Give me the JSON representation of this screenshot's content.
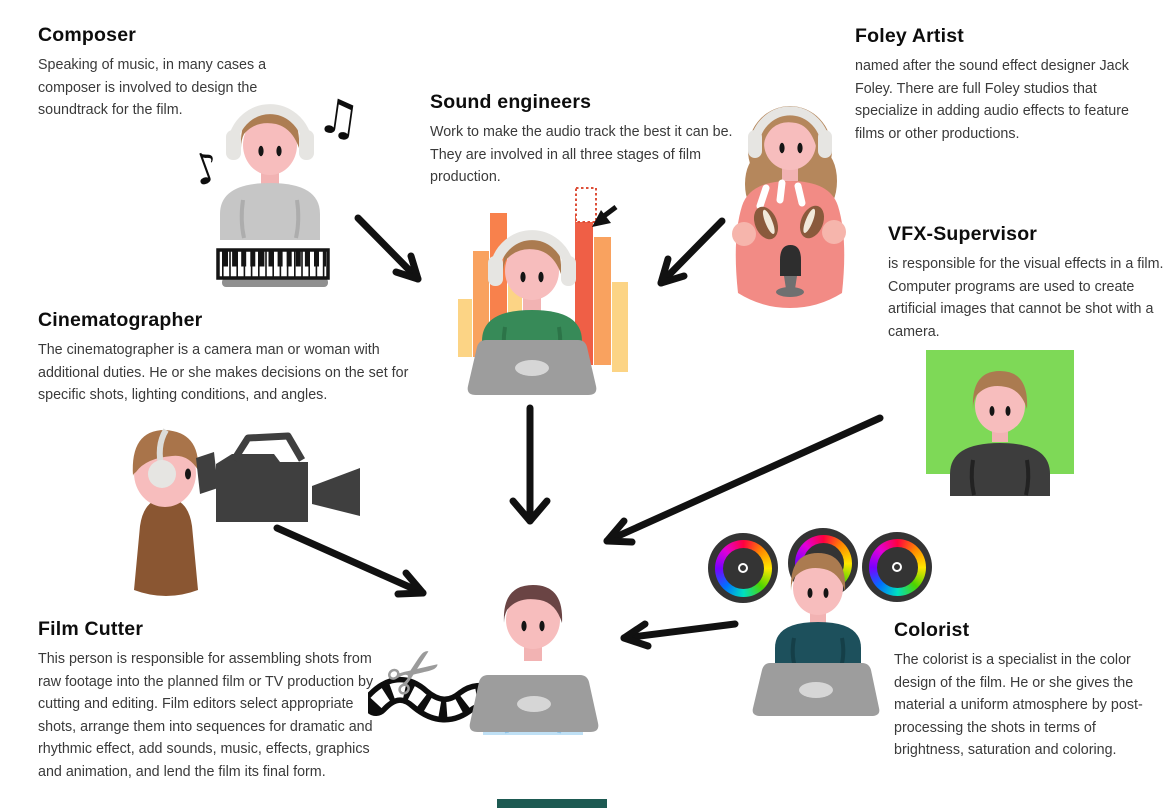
{
  "roles": [
    {
      "id": "composer",
      "title": "Composer",
      "desc": "Speaking of music, in many cases a composer is involved to design the soundtrack for the film."
    },
    {
      "id": "sound-engineers",
      "title": "Sound engineers",
      "desc": "Work to make the audio track the best it can be. They are involved in all three stages of film production."
    },
    {
      "id": "foley-artist",
      "title": "Foley Artist",
      "desc": "named after the sound effect designer Jack Foley. There are full Foley studios that specialize in adding audio effects to feature films or other productions."
    },
    {
      "id": "vfx-supervisor",
      "title": "VFX-Supervisor",
      "desc": "is responsible for the visual effects in a film. Computer programs are used to create artificial images that cannot be shot with a camera."
    },
    {
      "id": "cinematographer",
      "title": "Cinematographer",
      "desc": "The cinematographer is a camera man or woman with additional duties. He or she makes decisions on the set for specific shots, lighting conditions, and angles."
    },
    {
      "id": "film-cutter",
      "title": "Film Cutter",
      "desc": "This person is responsible for assembling shots from raw footage into the planned film or TV production by cutting and editing. Film editors select appropriate shots, arrange them into sequences for dramatic and rhythmic effect, add sounds, music, effects, graphics and animation, and lend the film its final form."
    },
    {
      "id": "colorist",
      "title": "Colorist",
      "desc": "The colorist is a specialist in the color design of the film. He or she gives the material a uniform atmosphere by post-processing the shots in terms of brightness, saturation and coloring."
    }
  ],
  "glyphs": {
    "beamed_note": "♫",
    "eighth_note": "♪",
    "scissors": "✂"
  },
  "connections": [
    {
      "from": "Composer",
      "to": "Sound engineers"
    },
    {
      "from": "Foley Artist",
      "to": "Sound engineers"
    },
    {
      "from": "Sound engineers",
      "to": "Film Cutter"
    },
    {
      "from": "VFX-Supervisor",
      "to": "Film Cutter"
    },
    {
      "from": "Cinematographer",
      "to": "Film Cutter"
    },
    {
      "from": "Colorist",
      "to": "Film Cutter"
    }
  ],
  "palette": {
    "skin": "#f7bdbd",
    "hair_brown": "#ab7b50",
    "hair_dark": "#6a4444",
    "sweater_gray": "#c6c6c6",
    "sweater_green": "#378a58",
    "sweater_black": "#3d3d3d",
    "sweater_teal": "#1d505c",
    "shirt_blue": "#bfe0f5",
    "dress_salmon": "#f28b85",
    "greenscreen": "#7ed957",
    "laptop_gray": "#9d9d9d",
    "bar_yellow": "#fcd485",
    "bar_orange": "#f9a25f",
    "bar_deep_orange": "#f8814c",
    "bar_red": "#ef5f46",
    "arrow_black": "#111111",
    "selection_red": "#dd4f38"
  }
}
